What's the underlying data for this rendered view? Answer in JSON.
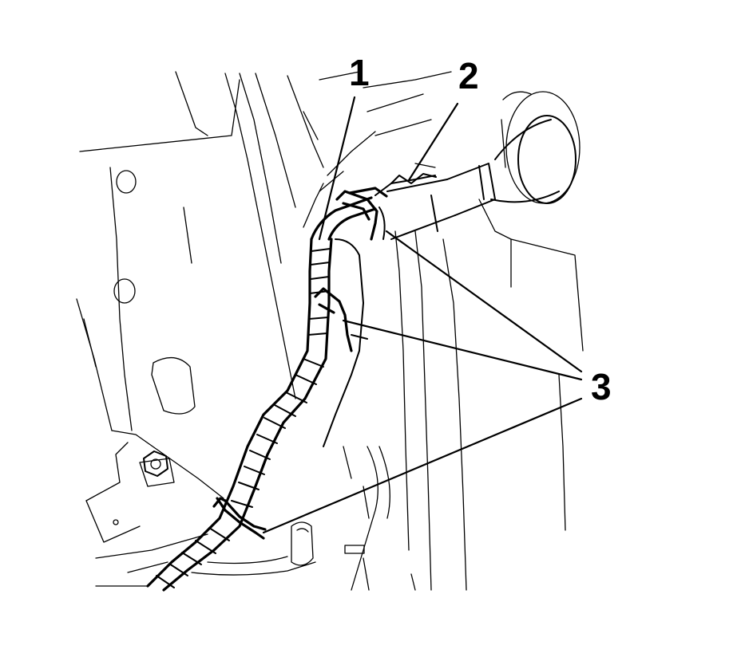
{
  "callouts": {
    "one": "1",
    "two": "2",
    "three": "3"
  },
  "colors": {
    "line": "#000000",
    "background": "#ffffff"
  },
  "icons": [
    "bolt-icon"
  ]
}
